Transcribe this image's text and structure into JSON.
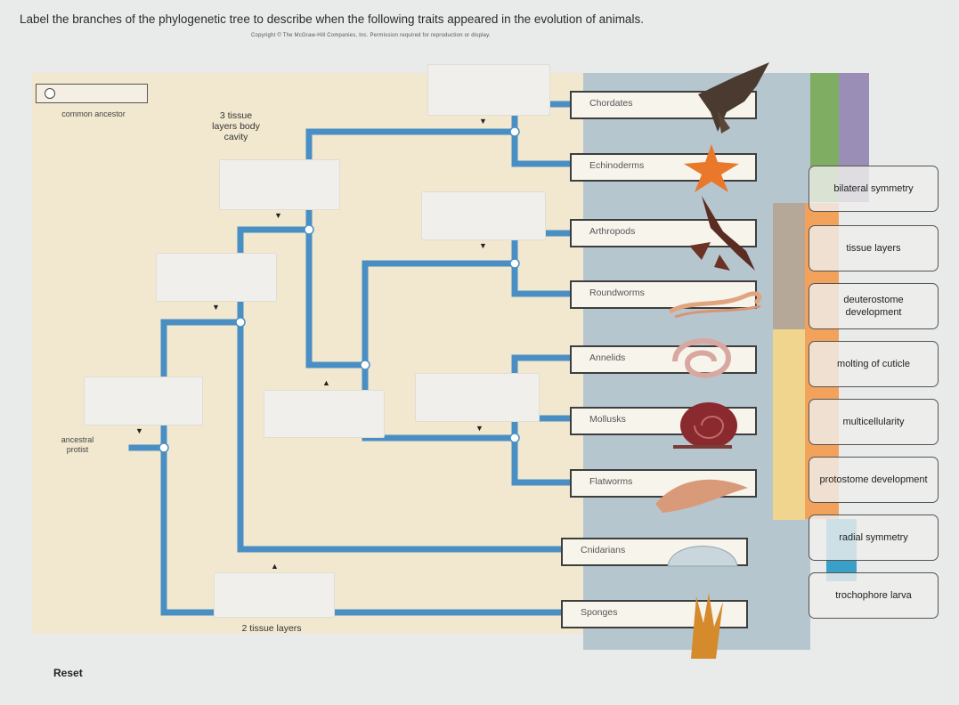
{
  "instructions": "Label the branches of the phylogenetic tree to describe when the following traits appeared in the evolution of animals.",
  "copyright": "Copyright © The McGraw-Hill Companies, Inc. Permission required for reproduction or display.",
  "common_ancestor_label": "common ancestor",
  "ancestral_protist_label": "ancestral protist",
  "tree_labels": {
    "three_tissue": "3 tissue layers body cavity",
    "two_tissue": "2 tissue layers"
  },
  "taxa": [
    {
      "name": "Chordates"
    },
    {
      "name": "Echinoderms"
    },
    {
      "name": "Arthropods"
    },
    {
      "name": "Roundworms"
    },
    {
      "name": "Annelids"
    },
    {
      "name": "Mollusks"
    },
    {
      "name": "Flatworms"
    },
    {
      "name": "Cnidarians"
    },
    {
      "name": "Sponges"
    }
  ],
  "traits": [
    {
      "label": "bilateral symmetry"
    },
    {
      "label": "tissue layers"
    },
    {
      "label": "deuterostome development"
    },
    {
      "label": "molting of cuticle"
    },
    {
      "label": "multicellularity"
    },
    {
      "label": "protostome development"
    },
    {
      "label": "radial symmetry"
    },
    {
      "label": "trochophore larva"
    }
  ],
  "reset_label": "Reset",
  "colors": {
    "branch": "#4a8fc4",
    "diagram_bg": "#f1e8cf",
    "panel": "#b6c6cf",
    "band_green": "#7fae63",
    "band_purple": "#9a8eb6",
    "band_gray": "#b5a898",
    "band_orange": "#f2a25a",
    "band_yellow": "#f0d58e",
    "band_teal": "#3aa0c8"
  }
}
